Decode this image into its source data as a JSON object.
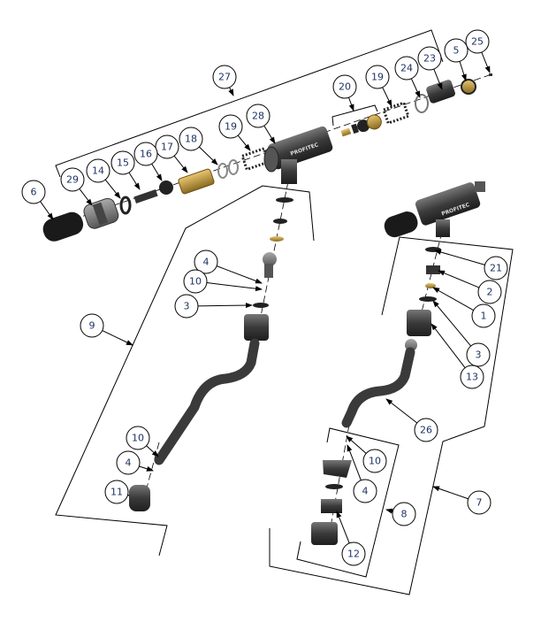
{
  "brand_text": "PROFITEC",
  "colors": {
    "metal_dark": "#3a3a3a",
    "metal_mid": "#6b6b6b",
    "brass": "#c9a24a",
    "line": "#000000",
    "callout_text": "#1d3264"
  },
  "callouts": [
    {
      "label": "27"
    },
    {
      "label": "25"
    },
    {
      "label": "5"
    },
    {
      "label": "23"
    },
    {
      "label": "24"
    },
    {
      "label": "20"
    },
    {
      "label": "19"
    },
    {
      "label": "28"
    },
    {
      "label": "19"
    },
    {
      "label": "18"
    },
    {
      "label": "17"
    },
    {
      "label": "16"
    },
    {
      "label": "15"
    },
    {
      "label": "14"
    },
    {
      "label": "29"
    },
    {
      "label": "6"
    },
    {
      "label": "4"
    },
    {
      "label": "10"
    },
    {
      "label": "3"
    },
    {
      "label": "9"
    },
    {
      "label": "21"
    },
    {
      "label": "2"
    },
    {
      "label": "1"
    },
    {
      "label": "3"
    },
    {
      "label": "13"
    },
    {
      "label": "26"
    },
    {
      "label": "10"
    },
    {
      "label": "4"
    },
    {
      "label": "11"
    },
    {
      "label": "10"
    },
    {
      "label": "4"
    },
    {
      "label": "8"
    },
    {
      "label": "7"
    },
    {
      "label": "12"
    }
  ]
}
